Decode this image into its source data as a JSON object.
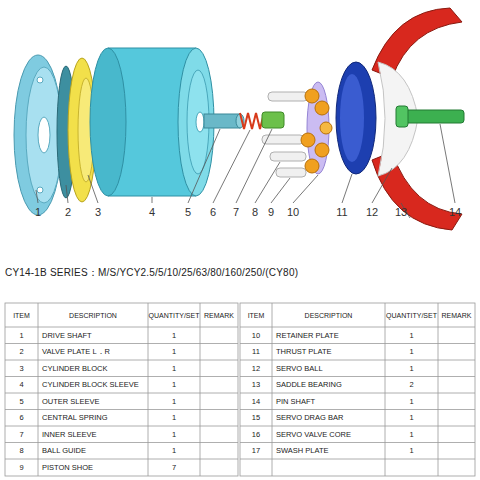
{
  "diagram": {
    "title": "CY14-1B SERIES：M/S/YCY2.5/5/10/25/63/80/160/250/(CY80)",
    "labels": [
      "1",
      "2",
      "3",
      "4",
      "5",
      "6",
      "7",
      "8",
      "9",
      "10",
      "11",
      "12",
      "13",
      "14",
      "ITEM",
      "DESCRIPTION",
      "QUANTITY/SET",
      "REMARK",
      "ITEM",
      "DESCRIPTION",
      "QUANTITY/SET",
      "REMARK",
      "1",
      "DRIVE SHAFT",
      "1",
      "10",
      "RETAINER PLATE",
      "1",
      "2",
      "VALVE PLATE L．R",
      "1",
      "11",
      "THRUST PLATE",
      "1",
      "3",
      "CYLINDER BLOCK",
      "1",
      "12",
      "SERVO BALL",
      "1",
      "4",
      "CYLINDER BLOCK SLEEVE",
      "1",
      "13",
      "SADDLE BEARING",
      "2",
      "5",
      "OUTER SLEEVE",
      "1",
      "14",
      "PIN SHAFT",
      "1",
      "6",
      "CENTRAL SPRING",
      "1",
      "15",
      "SERVO DRAG BAR",
      "1",
      "7",
      "INNER SLEEVE",
      "1",
      "16",
      "SERVO VALVE CORE",
      "1",
      "8",
      "BALL GUIDE",
      "1",
      "17",
      "SWASH PLATE",
      "1",
      "9",
      "PISTON SHOE",
      "7"
    ]
  }
}
